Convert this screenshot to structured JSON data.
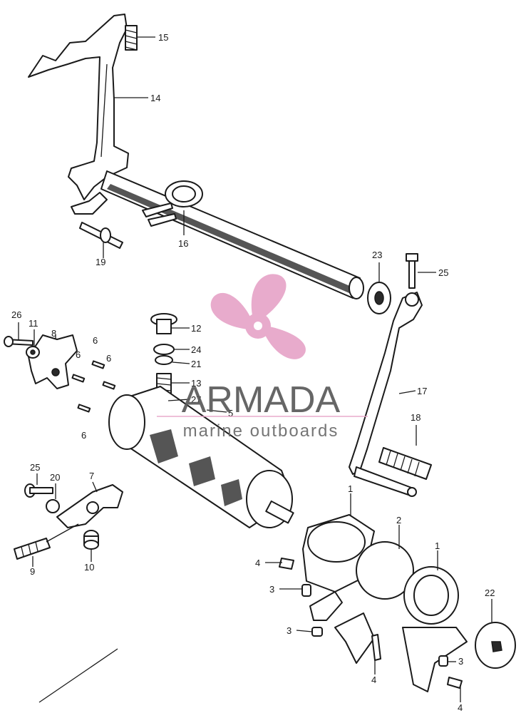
{
  "watermark": {
    "brand": "ARMADA",
    "tagline": "marine outboards",
    "colors": {
      "logo": "#e7a4c8",
      "text": "#5a5a5a"
    },
    "icon": "propeller-icon"
  },
  "callouts": {
    "p1a": "1",
    "p1b": "1",
    "p2": "2",
    "p3a": "3",
    "p3b": "3",
    "p3c": "3",
    "p4a": "4",
    "p4b": "4",
    "p4c": "4",
    "p5": "5",
    "p6a": "6",
    "p6b": "6",
    "p6c": "6",
    "p6d": "6",
    "p7": "7",
    "p8": "8",
    "p9": "9",
    "p10": "10",
    "p11": "11",
    "p12": "12",
    "p13": "13",
    "p14": "14",
    "p15": "15",
    "p16": "16",
    "p17": "17",
    "p18": "18",
    "p19": "19",
    "p20": "20",
    "p21": "21",
    "p22": "22",
    "p23": "23",
    "p24": "24",
    "p25a": "25",
    "p25b": "25",
    "p26": "26",
    "p27": "27"
  }
}
